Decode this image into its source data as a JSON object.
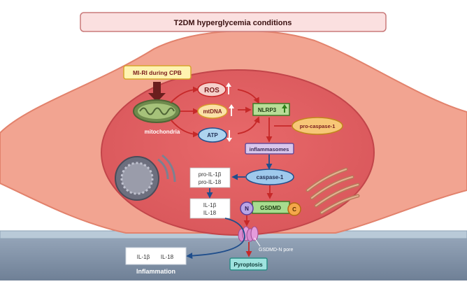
{
  "title": "T2DM hyperglycemia conditions",
  "nodes": {
    "trigger": "MI-RI during CPB",
    "mitochondria": "mitochondria",
    "ros": "ROS",
    "mtdna": "mtDNA",
    "atp": "ATP",
    "nlrp3": "NLRP3",
    "pro_caspase1": "pro-caspase-1",
    "inflammasomes": "inflammasomes",
    "caspase1": "caspase-1",
    "pro_il1b": "pro-IL-1β",
    "pro_il18": "pro-IL-18",
    "il1b": "IL-1β",
    "il18": "IL-18",
    "gsdmd": "GSDMD",
    "n_term": "N",
    "c_term": "C",
    "pore_label": "GSDMD-N pore",
    "pyroptosis": "Pyroptosis",
    "ext_il1b": "IL-1β",
    "ext_il18": "IL-18",
    "inflammation": "Inflammation"
  },
  "indicators": {
    "ros": "up",
    "mtdna": "up",
    "atp": "down",
    "nlrp3": "up"
  },
  "colors": {
    "cell_body": "#f2a491",
    "cell_edge": "#e2826c",
    "nucleus": "#e05b5e",
    "nucleus_edge": "#c2454a",
    "membrane": "#a7bccd",
    "extracellular": "#8394aa",
    "arrow_red": "#c62828",
    "arrow_blue": "#1f4e8c",
    "ros_fill": "#f5d0cb",
    "mtdna_fill": "#fbe1a6",
    "atp_fill": "#aed4ef",
    "nlrp3_fill": "#b8dd97",
    "pro_caspase_fill": "#f7c777",
    "inflammasome_fill": "#d8c7ec",
    "caspase_fill": "#9fc9ec",
    "gsdmd_fill": "#a7dc8f",
    "pyroptosis_fill": "#9fe3df",
    "title_fill": "#fbe0e0",
    "trigger_fill": "#fff3b0"
  }
}
